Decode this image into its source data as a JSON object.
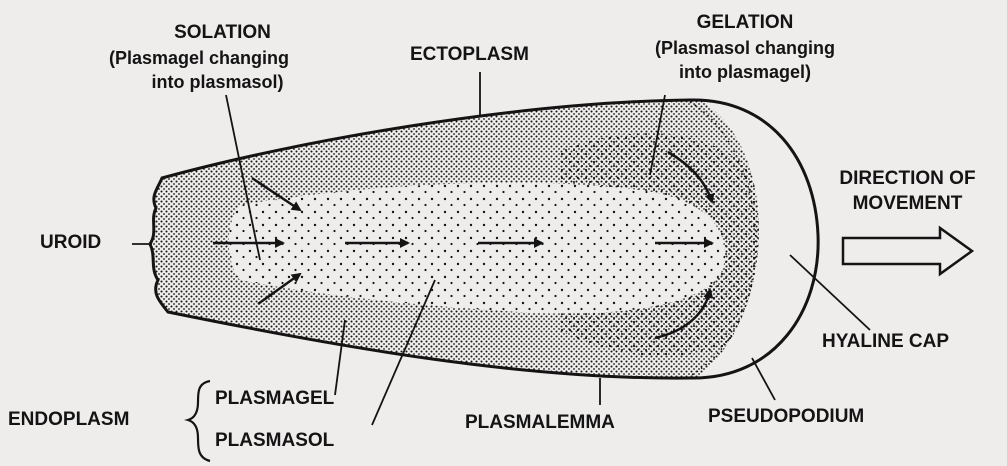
{
  "labels": {
    "solation": "SOLATION",
    "solation_desc_1": "(Plasmagel changing",
    "solation_desc_2": "into plasmasol)",
    "ectoplasm": "ECTOPLASM",
    "gelation": "GELATION",
    "gelation_desc_1": "(Plasmasol changing",
    "gelation_desc_2": "into plasmagel)",
    "direction_1": "DIRECTION OF",
    "direction_2": "MOVEMENT",
    "uroid": "UROID",
    "hyaline_cap": "HYALINE CAP",
    "endoplasm": "ENDOPLASM",
    "plasmagel": "PLASMAGEL",
    "plasmasol": "PLASMASOL",
    "plasmalemma": "PLASMALEMMA",
    "pseudopodium": "PSEUDOPODIUM"
  },
  "colors": {
    "background": "#efedec",
    "ink": "#141414"
  }
}
